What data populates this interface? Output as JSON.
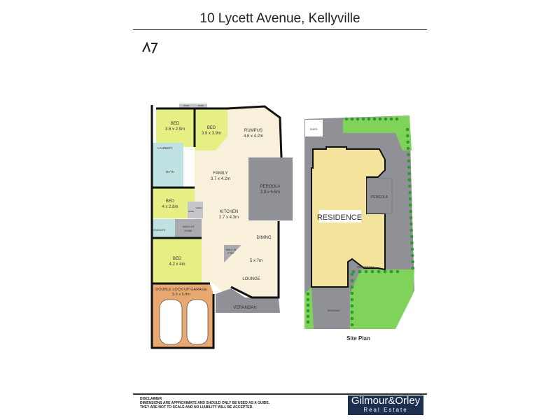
{
  "title": "10 Lycett Avenue, Kellyville",
  "rooms": {
    "bed1": {
      "name": "BED",
      "dims": "3.6 x 2.9m"
    },
    "bed2": {
      "name": "BED",
      "dims": "3.9 x 3.9m"
    },
    "rumpus": {
      "name": "RUMPUS",
      "dims": "4.6 x 4.2m"
    },
    "laundry": {
      "name": "LAUNDRY"
    },
    "bath": {
      "name": "BATH"
    },
    "family": {
      "name": "FAMILY",
      "dims": "3.7 x 4.2m"
    },
    "pergola": {
      "name": "PERGOLA",
      "dims": "3.9 x 5.6m"
    },
    "bed3": {
      "name": "BED",
      "dims": "4 x 2.8m"
    },
    "kitchen": {
      "name": "KITCHEN",
      "dims": "2.7 x 4.3m"
    },
    "ensuite": {
      "name": "ENSUITE"
    },
    "wir": {
      "name": "WALK-IN",
      "name2": "ROBE"
    },
    "dining": {
      "name": "DINING"
    },
    "pantry": {
      "name": "WALK-IN",
      "name2": "P'TRY"
    },
    "lounge": {
      "name": "LOUNGE",
      "dims": "5 x 7m"
    },
    "bed4": {
      "name": "BED",
      "dims": "4.2 x 4m"
    },
    "garage": {
      "name": "DOUBLE LOCK-UP GARAGE",
      "dims": "5.6 x 5.8m"
    },
    "verandah": {
      "name": "VERANDAH"
    },
    "robe1": "ROBE",
    "robe2": "ROBE",
    "robe3": "ROBE",
    "linen": "LINEN"
  },
  "site": {
    "label": "Site Plan",
    "shed": "SHED",
    "residence": "RESIDENCE",
    "pergola": "PERGOLA",
    "verandah": "VERANDAH",
    "driveway": "DRIVEWAY"
  },
  "footer": {
    "disclaimer_title": "DISCLAIMER",
    "disclaimer_1": "DIMENSIONS ARE APPROXIMATE AND SHOULD ONLY BE USED AS A  GUIDE.",
    "disclaimer_2": "THEY ARE NOT TO SCALE AND NO LIABILITY WILL BE ACCEPTED.",
    "logo_1": "Gilmour&Orley",
    "logo_2": "Real Estate"
  },
  "colors": {
    "bed": "#e6ef84",
    "wet": "#bfe1e1",
    "living": "#f8f0da",
    "grey": "#8f9196",
    "garage": "#e9a870",
    "residence": "#f4e39c",
    "lawn": "#7fd35a"
  }
}
